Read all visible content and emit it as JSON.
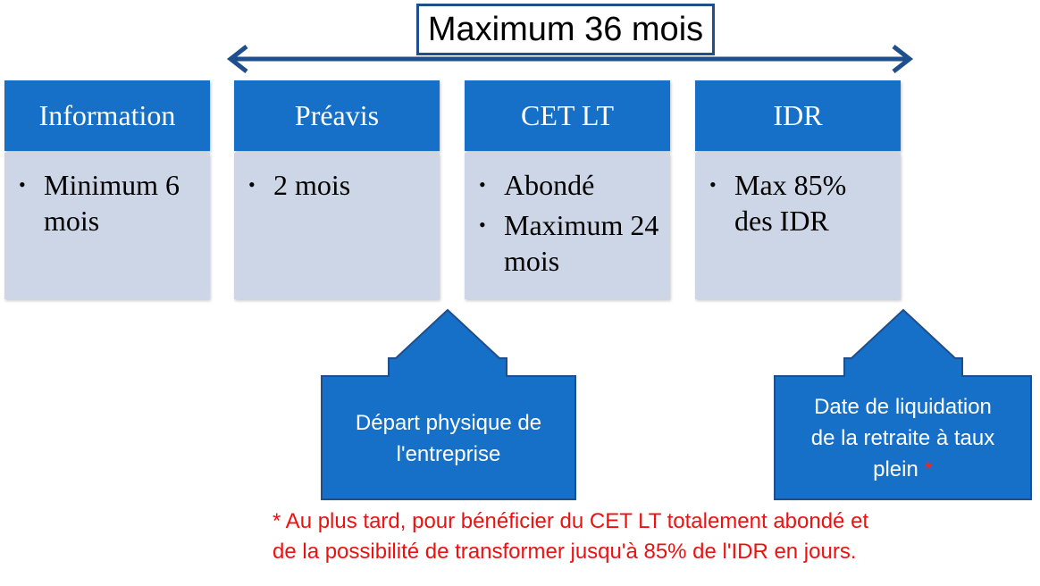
{
  "duration_label": "Maximum 36 mois",
  "stages": [
    {
      "title": "Information",
      "items": [
        "Minimum 6 mois"
      ]
    },
    {
      "title": "Préavis",
      "items": [
        "2 mois"
      ]
    },
    {
      "title": "CET LT",
      "items": [
        "Abondé",
        "Maximum 24 mois"
      ]
    },
    {
      "title": "IDR",
      "items": [
        "Max 85% des IDR"
      ]
    }
  ],
  "callouts": {
    "departure": {
      "line1": "Départ physique de",
      "line2": "l'entreprise"
    },
    "retirement": {
      "line1": "Date de liquidation",
      "line2": "de la retraite à taux",
      "line3": "plein",
      "asterisk": "*"
    }
  },
  "footnote": {
    "line1": "* Au plus tard, pour bénéficier du CET LT totalement abondé et",
    "line2": "de la possibilité de transformer jusqu'à 85% de l'IDR en jours."
  },
  "colors": {
    "header_blue": "#1670c7",
    "body_gray_blue": "#cdd6e7",
    "arrow_navy": "#1f4e8c",
    "footnote_red": "#ee1111"
  }
}
